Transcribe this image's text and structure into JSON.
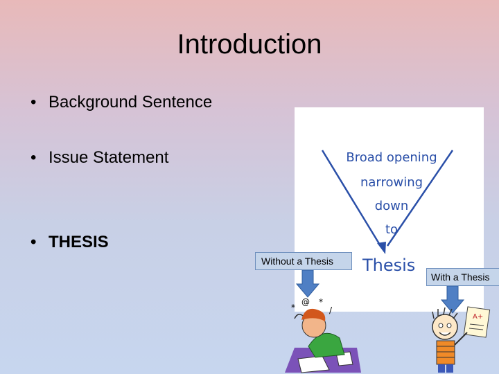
{
  "slide": {
    "title": "Introduction",
    "bullets": [
      {
        "marker": "•",
        "text": "Background Sentence"
      },
      {
        "marker": "•",
        "text": "Issue Statement"
      },
      {
        "marker": "•",
        "text": "THESIS"
      }
    ]
  },
  "funnel": {
    "line1": "Broad opening",
    "line2": "narrowing",
    "line3": "down",
    "line4": "to",
    "thesis": "Thesis"
  },
  "callouts": {
    "without": "Without a Thesis",
    "with": "With a Thesis"
  },
  "colors": {
    "funnel_text": "#2a4fa8",
    "callout_fill": "#c5d5ea",
    "arrow_fill": "#4f7fc4"
  }
}
